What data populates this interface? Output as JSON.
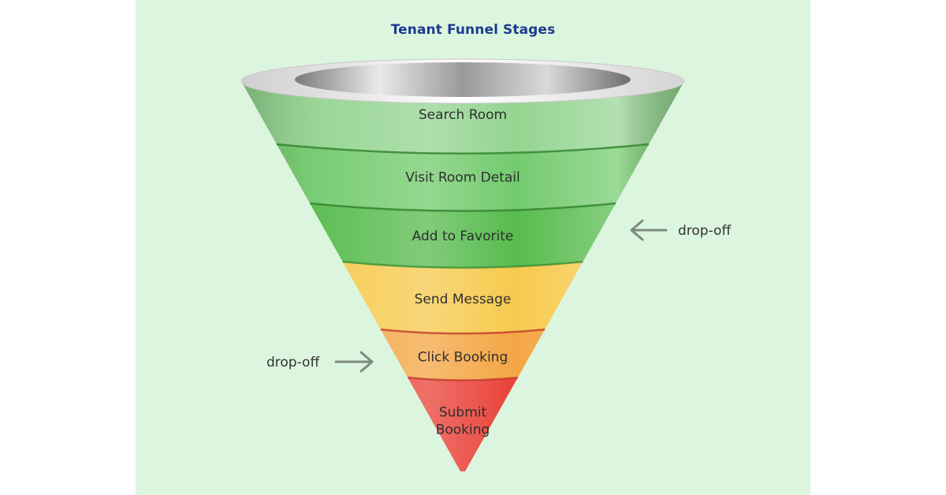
{
  "title": "Tenant Funnel Stages",
  "stages": [
    {
      "label": "Search Room",
      "color": "#8fd28b"
    },
    {
      "label": "Visit Room Detail",
      "color": "#6cc866"
    },
    {
      "label": "Add to Favorite",
      "color": "#4fb845"
    },
    {
      "label": "Send Message",
      "color": "#f6c744"
    },
    {
      "label": "Click Booking",
      "color": "#f3a13a"
    },
    {
      "label": "Submit Booking",
      "label_lines": [
        "Submit",
        "Booking"
      ],
      "color": "#e8382e"
    }
  ],
  "annotations": [
    {
      "text": "drop-off",
      "direction": "left-pointing",
      "side": "right"
    },
    {
      "text": "drop-off",
      "direction": "right-pointing",
      "side": "left"
    }
  ],
  "colors": {
    "background": "#dcf5df",
    "title": "#1e3a8f",
    "arrow": "#7d8a7e"
  }
}
